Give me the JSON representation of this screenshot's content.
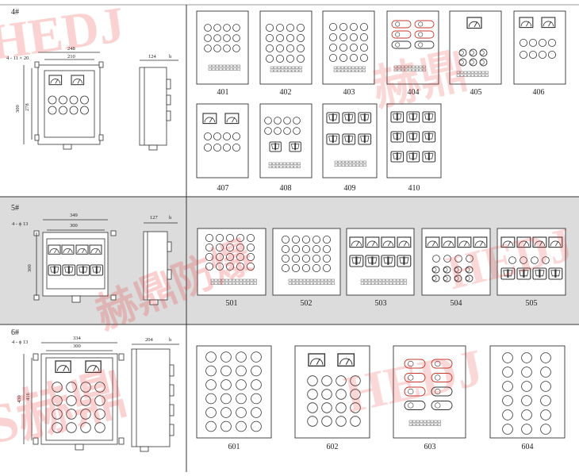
{
  "sections": [
    {
      "label": "4#",
      "dims": {
        "overall_width": "248",
        "mount_width": "210",
        "height_overall": "300",
        "height_mount": "278",
        "depth": "124",
        "depth_h": "h",
        "mount_holes": "4 - 11 × 20"
      },
      "models": [
        "401",
        "402",
        "403",
        "404",
        "405",
        "406",
        "407",
        "408",
        "409",
        "410"
      ]
    },
    {
      "label": "5#",
      "dims": {
        "overall_width": "349",
        "mount_width": "300",
        "height_overall": "300",
        "depth": "127",
        "depth_h": "h",
        "mount_holes": "4 - ϕ 13"
      },
      "models": [
        "501",
        "502",
        "503",
        "504",
        "505"
      ]
    },
    {
      "label": "6#",
      "dims": {
        "overall_width": "334",
        "mount_width": "300",
        "height_overall": "430",
        "height_mount": "416",
        "depth": "204",
        "depth_h": "h",
        "mount_holes": "4 - ϕ 13"
      },
      "models": [
        "601",
        "602",
        "603",
        "604"
      ]
    }
  ],
  "watermark": {
    "text": "HEDJIA 赫鼎防爆",
    "color": "#e83a3a"
  },
  "colors": {
    "band_gray": "#dcdcdc",
    "line": "#333333",
    "accent_red": "#c0392b"
  }
}
